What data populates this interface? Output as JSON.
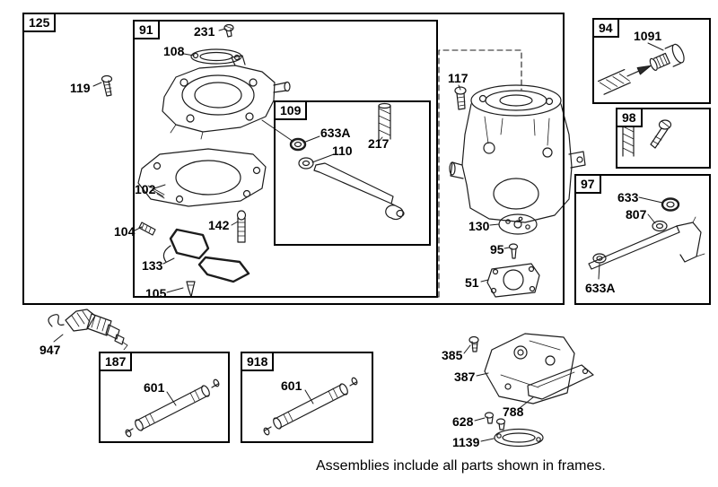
{
  "caption": "Assemblies include all parts shown in frames.",
  "frames": {
    "f125": "125",
    "f91": "91",
    "f109": "109",
    "f94": "94",
    "f98": "98",
    "f97": "97",
    "f187": "187",
    "f918": "918"
  },
  "labels": {
    "p119": "119",
    "p231": "231",
    "p108": "108",
    "p102": "102",
    "p104": "104",
    "p142": "142",
    "p133": "133",
    "p105": "105",
    "p633a_cover": "633A",
    "p110": "110",
    "p217": "217",
    "p117": "117",
    "p130": "130",
    "p95": "95",
    "p51": "51",
    "p1091": "1091",
    "p633": "633",
    "p807": "807",
    "p633a_rod": "633A",
    "p947": "947",
    "p601_187": "601",
    "p601_918": "601",
    "p385": "385",
    "p387": "387",
    "p788": "788",
    "p628": "628",
    "p1139": "1139"
  }
}
